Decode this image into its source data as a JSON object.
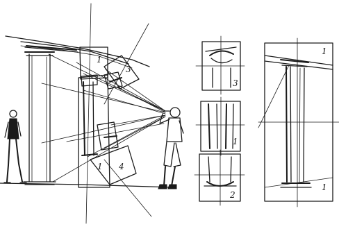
{
  "sketch": {
    "left_scene": {
      "frame_labels": [
        "1",
        "3",
        "1",
        "4"
      ]
    },
    "detail_panels": {
      "top_label": "3",
      "middle_label": "1",
      "bottom_label": "2"
    },
    "column_panel": {
      "top_label": "1",
      "bottom_label": "1"
    }
  }
}
